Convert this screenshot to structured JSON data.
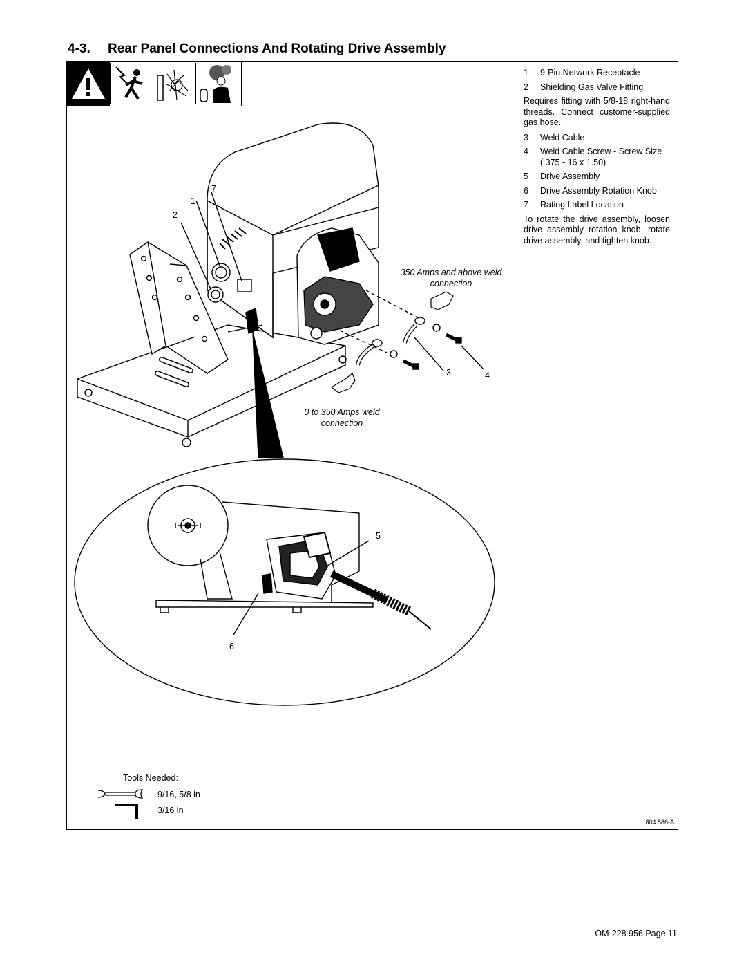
{
  "heading": {
    "number": "4-3.",
    "title": "Rear Panel Connections And Rotating Drive Assembly"
  },
  "legend": {
    "items": [
      {
        "n": "1",
        "text": "9-Pin Network Receptacle"
      },
      {
        "n": "2",
        "text": "Shielding Gas Valve Fitting"
      }
    ],
    "note_gas": "Requires fitting with 5/8-18 right-hand threads. Connect customer-supplied gas hose.",
    "items2": [
      {
        "n": "3",
        "text": "Weld Cable"
      },
      {
        "n": "4",
        "text": "Weld Cable Screw - Screw Size (.375 - 16 x 1.50)"
      },
      {
        "n": "5",
        "text": "Drive Assembly"
      },
      {
        "n": "6",
        "text": "Drive Assembly Rotation Knob"
      },
      {
        "n": "7",
        "text": "Rating Label Location"
      }
    ],
    "note_rotate": "To rotate the drive assembly, loosen drive assembly rotation knob, rotate drive assembly, and tighten knob."
  },
  "callouts": {
    "c1": "1",
    "c2": "2",
    "c3": "3",
    "c4": "4",
    "c5": "5",
    "c6": "6",
    "c7": "7"
  },
  "labels": {
    "high_amp": "350 Amps and above weld connection",
    "low_amp": "0 to 350 Amps weld connection"
  },
  "tools": {
    "title": "Tools Needed:",
    "wrench": "9/16, 5/8 in",
    "hex": "3/16 in"
  },
  "doc_number": "804 586-A",
  "footer": "OM-228 956 Page 11",
  "icons": [
    "warning-triangle-icon",
    "electric-shock-icon",
    "welding-sparks-icon",
    "fumes-cylinder-icon",
    "wrench-icon",
    "hex-key-icon",
    "pointing-hand-icon"
  ]
}
